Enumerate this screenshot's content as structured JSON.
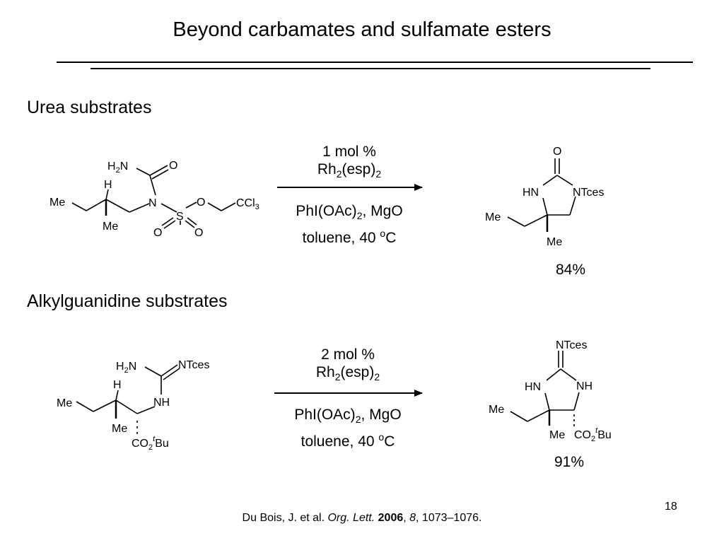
{
  "slide": {
    "title": "Beyond carbamates and sulfamate esters",
    "page_number": "18"
  },
  "sections": {
    "urea": "Urea substrates",
    "guanidine": "Alkylguanidine substrates"
  },
  "reaction1": {
    "catalyst_amount": "1 mol %",
    "catalyst_base": "Rh",
    "catalyst_sub1": "2",
    "catalyst_mid": "(esp)",
    "catalyst_sub2": "2",
    "oxidant_pre": "PhI(OAc)",
    "oxidant_sub": "2",
    "oxidant_post": ", MgO",
    "solvent_pre": "toluene, 40 ",
    "solvent_sup": "o",
    "solvent_post": "C",
    "yield": "84%",
    "substrate_labels": {
      "h2n": "H",
      "h2n_sub": "2",
      "h2n_n": "N",
      "o_carbonyl": "O",
      "h": "H",
      "me_left": "Me",
      "me_bottom": "Me",
      "n": "N",
      "s": "S",
      "o_ester": "O",
      "o_s1": "O",
      "o_s2": "O",
      "ccl3": "CCl",
      "ccl3_sub": "3"
    },
    "product_labels": {
      "o": "O",
      "hn": "HN",
      "ntces": "NTces",
      "me_left": "Me",
      "me_bottom": "Me"
    }
  },
  "reaction2": {
    "catalyst_amount": "2 mol %",
    "catalyst_base": "Rh",
    "catalyst_sub1": "2",
    "catalyst_mid": "(esp)",
    "catalyst_sub2": "2",
    "oxidant_pre": "PhI(OAc)",
    "oxidant_sub": "2",
    "oxidant_post": ", MgO",
    "solvent_pre": "toluene, 40 ",
    "solvent_sup": "o",
    "solvent_post": "C",
    "yield": "91%",
    "substrate_labels": {
      "h2n": "H",
      "h2n_sub": "2",
      "h2n_n": "N",
      "ntces": "NTces",
      "h": "H",
      "nh": "NH",
      "me_left": "Me",
      "me_bottom": "Me",
      "co2": "CO",
      "co2_sub": "2",
      "tbu_sup": "t",
      "tbu": "Bu"
    },
    "product_labels": {
      "ntces": "NTces",
      "hn": "HN",
      "nh": "NH",
      "me_left": "Me",
      "me_bottom": "Me",
      "co2": "CO",
      "co2_sub": "2",
      "tbu_sup": "t",
      "tbu": "Bu"
    }
  },
  "citation": {
    "authors": "Du Bois, J. et al. ",
    "journal": "Org. Lett.",
    "sep1": " ",
    "year": "2006",
    "sep2": ", ",
    "volume": "8",
    "pages": ", 1073–1076."
  }
}
